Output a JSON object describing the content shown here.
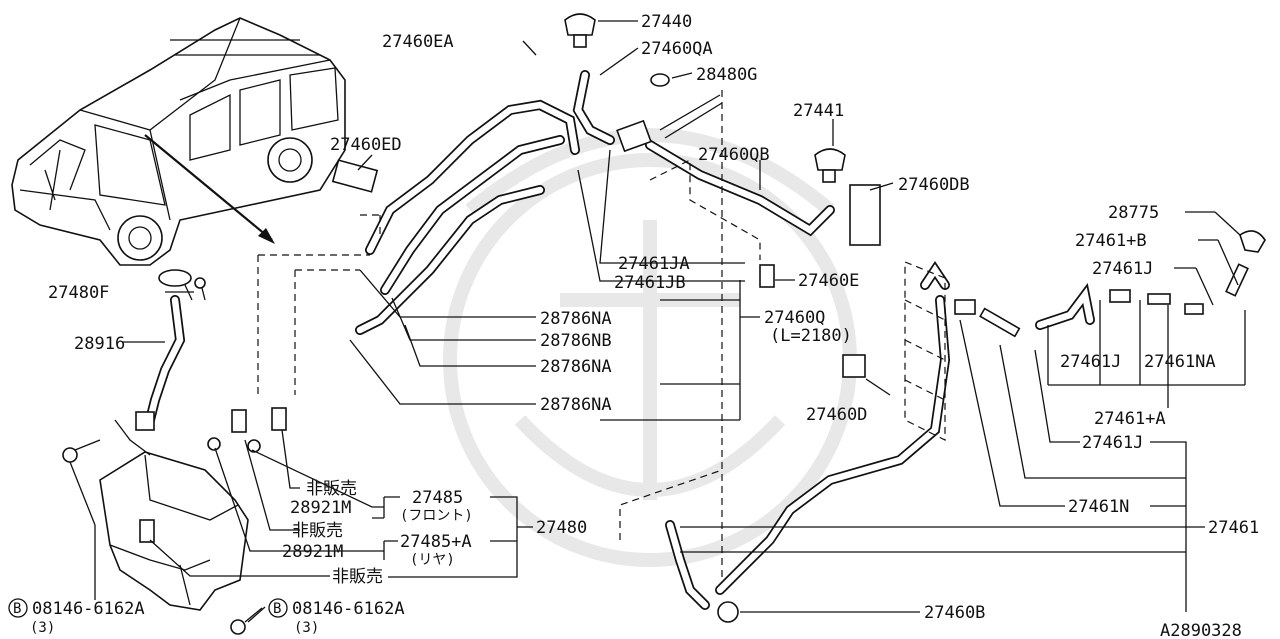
{
  "diagram": {
    "labels": {
      "p27440": "27440",
      "p27460EA": "27460EA",
      "p27460QA": "27460QA",
      "p28480G": "28480G",
      "p27441": "27441",
      "p27460ED": "27460ED",
      "p27460QB": "27460QB",
      "p27460DB": "27460DB",
      "p28775": "28775",
      "p27461pB": "27461+B",
      "p27461J_r": "27461J",
      "p27461JA": "27461JA",
      "p27461JB": "27461JB",
      "p27460E": "27460E",
      "p27480F": "27480F",
      "p28786NA_1": "28786NA",
      "p27460Q": "27460Q",
      "p27460Q_len": "(L=2180)",
      "p28786NB": "28786NB",
      "p28786NA_2": "28786NA",
      "p28916": "28916",
      "p27461J_a": "27461J",
      "p27461NA": "27461NA",
      "p28786NA_3": "28786NA",
      "p27460D": "27460D",
      "p27461pA": "27461+A",
      "p27461J_b": "27461J",
      "hihanbai_1": "非販売",
      "p27485": "27485",
      "front": "(フロント)",
      "p28921M_1": "28921M",
      "p27480": "27480",
      "p27461N": "27461N",
      "p27461": "27461",
      "hihanbai_2": "非販売",
      "p27485pA": "27485+A",
      "rear": "(リヤ)",
      "p28921M_2": "28921M",
      "hihanbai_3": "非販売",
      "bolt_1_code": "08146-6162A",
      "bolt_1_qty": "(3)",
      "bolt_2_code": "08146-6162A",
      "bolt_2_qty": "(3)",
      "bolt_mark": "B",
      "p27460B": "27460B",
      "diagram_code": "A2890328"
    }
  }
}
